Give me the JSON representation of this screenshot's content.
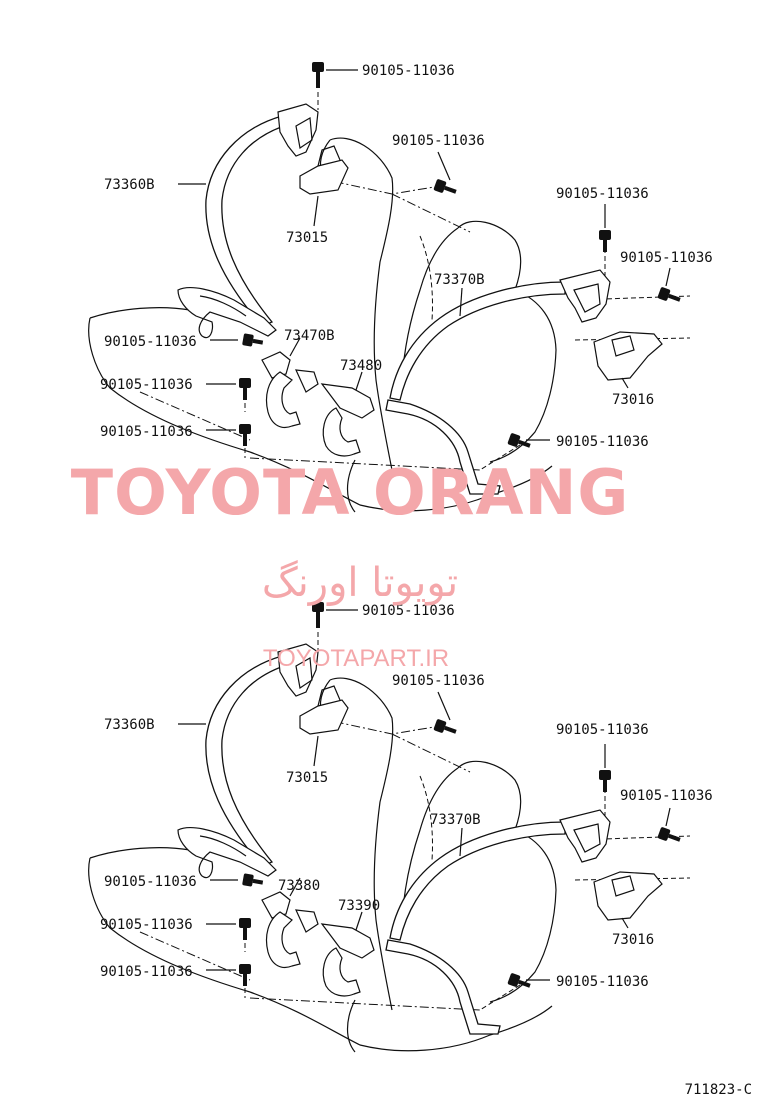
{
  "watermark": {
    "brand_en": "TOYOTA ORANG",
    "brand_fa": "تویوتا اورنگ",
    "site": "TOYOTAPART.IR"
  },
  "diagram_code": "711823-C",
  "upper": {
    "labels": {
      "bolt_top": "90105-11036",
      "bolt_mid": "90105-11036",
      "belt_left": "73360B",
      "bracket_left": "73015",
      "bolt_right_top": "90105-11036",
      "bolt_right_side": "90105-11036",
      "belt_right": "73370B",
      "bolt_left_anchor": "90105-11036",
      "buckle_a": "73470B",
      "buckle_b": "73480",
      "bolt_floor_1": "90105-11036",
      "bracket_right": "73016",
      "bolt_floor_2": "90105-11036",
      "bolt_floor_right": "90105-11036"
    }
  },
  "lower": {
    "labels": {
      "bolt_top": "90105-11036",
      "bolt_mid": "90105-11036",
      "belt_left": "73360B",
      "bracket_left": "73015",
      "bolt_right_top": "90105-11036",
      "bolt_right_side": "90105-11036",
      "belt_right": "73370B",
      "bolt_left_anchor": "90105-11036",
      "buckle_a": "73380",
      "buckle_b": "73390",
      "bolt_floor_1": "90105-11036",
      "bracket_right": "73016",
      "bolt_floor_2": "90105-11036",
      "bolt_floor_right": "90105-11036"
    }
  }
}
